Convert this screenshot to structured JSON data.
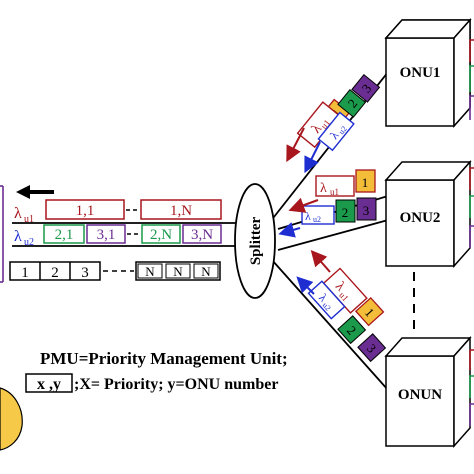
{
  "splitter": {
    "label": "Splitter"
  },
  "onus": [
    {
      "label": "ONU1"
    },
    {
      "label": "ONU2"
    },
    {
      "label": "ONUN"
    }
  ],
  "wavelengths": {
    "lambda": "λ",
    "u1": "u1",
    "u2": "u2"
  },
  "feeder": {
    "row1": [
      "1,1",
      "1,N"
    ],
    "row2": [
      "2,1",
      "3,1",
      "2,N",
      "3,N"
    ],
    "row3_left": [
      "1",
      "2",
      "3"
    ],
    "row3_right": [
      "N",
      "N",
      "N"
    ]
  },
  "branch_cells": {
    "onu1": [
      "1",
      "2",
      "3"
    ],
    "onu2": [
      "1",
      "2",
      "3"
    ],
    "onun": [
      "1",
      "2",
      "3"
    ]
  },
  "legend": {
    "pmu_text": "PMU=Priority Management Unit;",
    "key_box": "x ,y",
    "key_text": ";X= Priority; y=ONU number"
  },
  "colors": {
    "red": "#a8171d",
    "green": "#1a9a4a",
    "purple": "#6a2d91",
    "blue": "#1f2ed1",
    "amber": "#f3bd3a",
    "yellow": "#f7c948"
  }
}
